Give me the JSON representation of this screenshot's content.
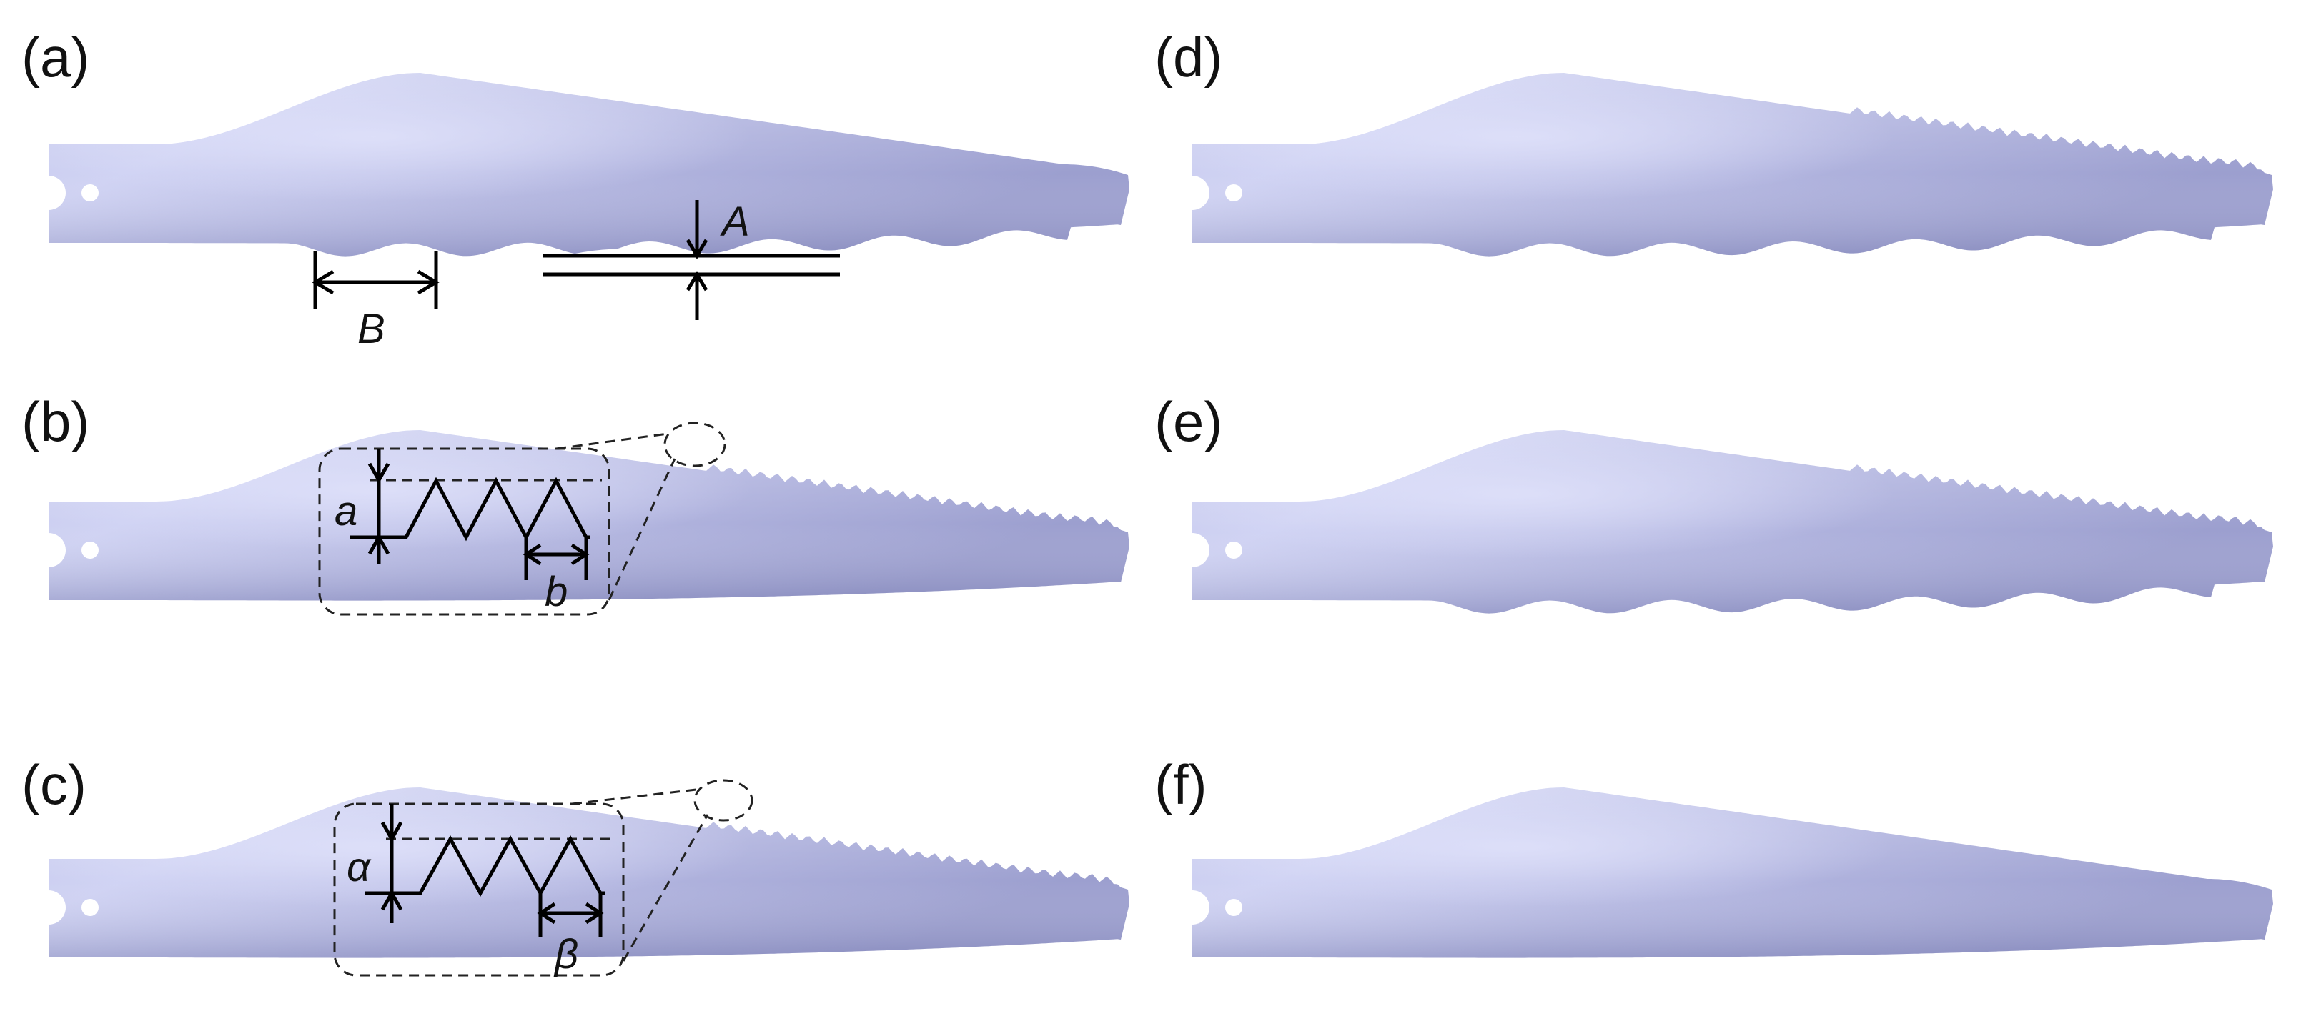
{
  "colors": {
    "blade_light": "#cfd2f2",
    "blade_mid": "#b2b5e0",
    "blade_dark": "#8e92c2",
    "ink": "#000000"
  },
  "panels": [
    {
      "id": "a",
      "label": "(a)",
      "leading_edge": "plain",
      "trailing_edge": "wavy",
      "dims": [
        "A",
        "B"
      ]
    },
    {
      "id": "b",
      "label": "(b)",
      "leading_edge": "serrated",
      "trailing_edge": "plain",
      "dims": [
        "a",
        "b"
      ]
    },
    {
      "id": "c",
      "label": "(c)",
      "leading_edge": "serrated",
      "trailing_edge": "plain",
      "dims": [
        "α",
        "β"
      ]
    },
    {
      "id": "d",
      "label": "(d)",
      "leading_edge": "serrated",
      "trailing_edge": "wavy",
      "dims": []
    },
    {
      "id": "e",
      "label": "(e)",
      "leading_edge": "serrated",
      "trailing_edge": "wavy",
      "dims": []
    },
    {
      "id": "f",
      "label": "(f)",
      "leading_edge": "plain",
      "trailing_edge": "plain",
      "dims": []
    }
  ]
}
